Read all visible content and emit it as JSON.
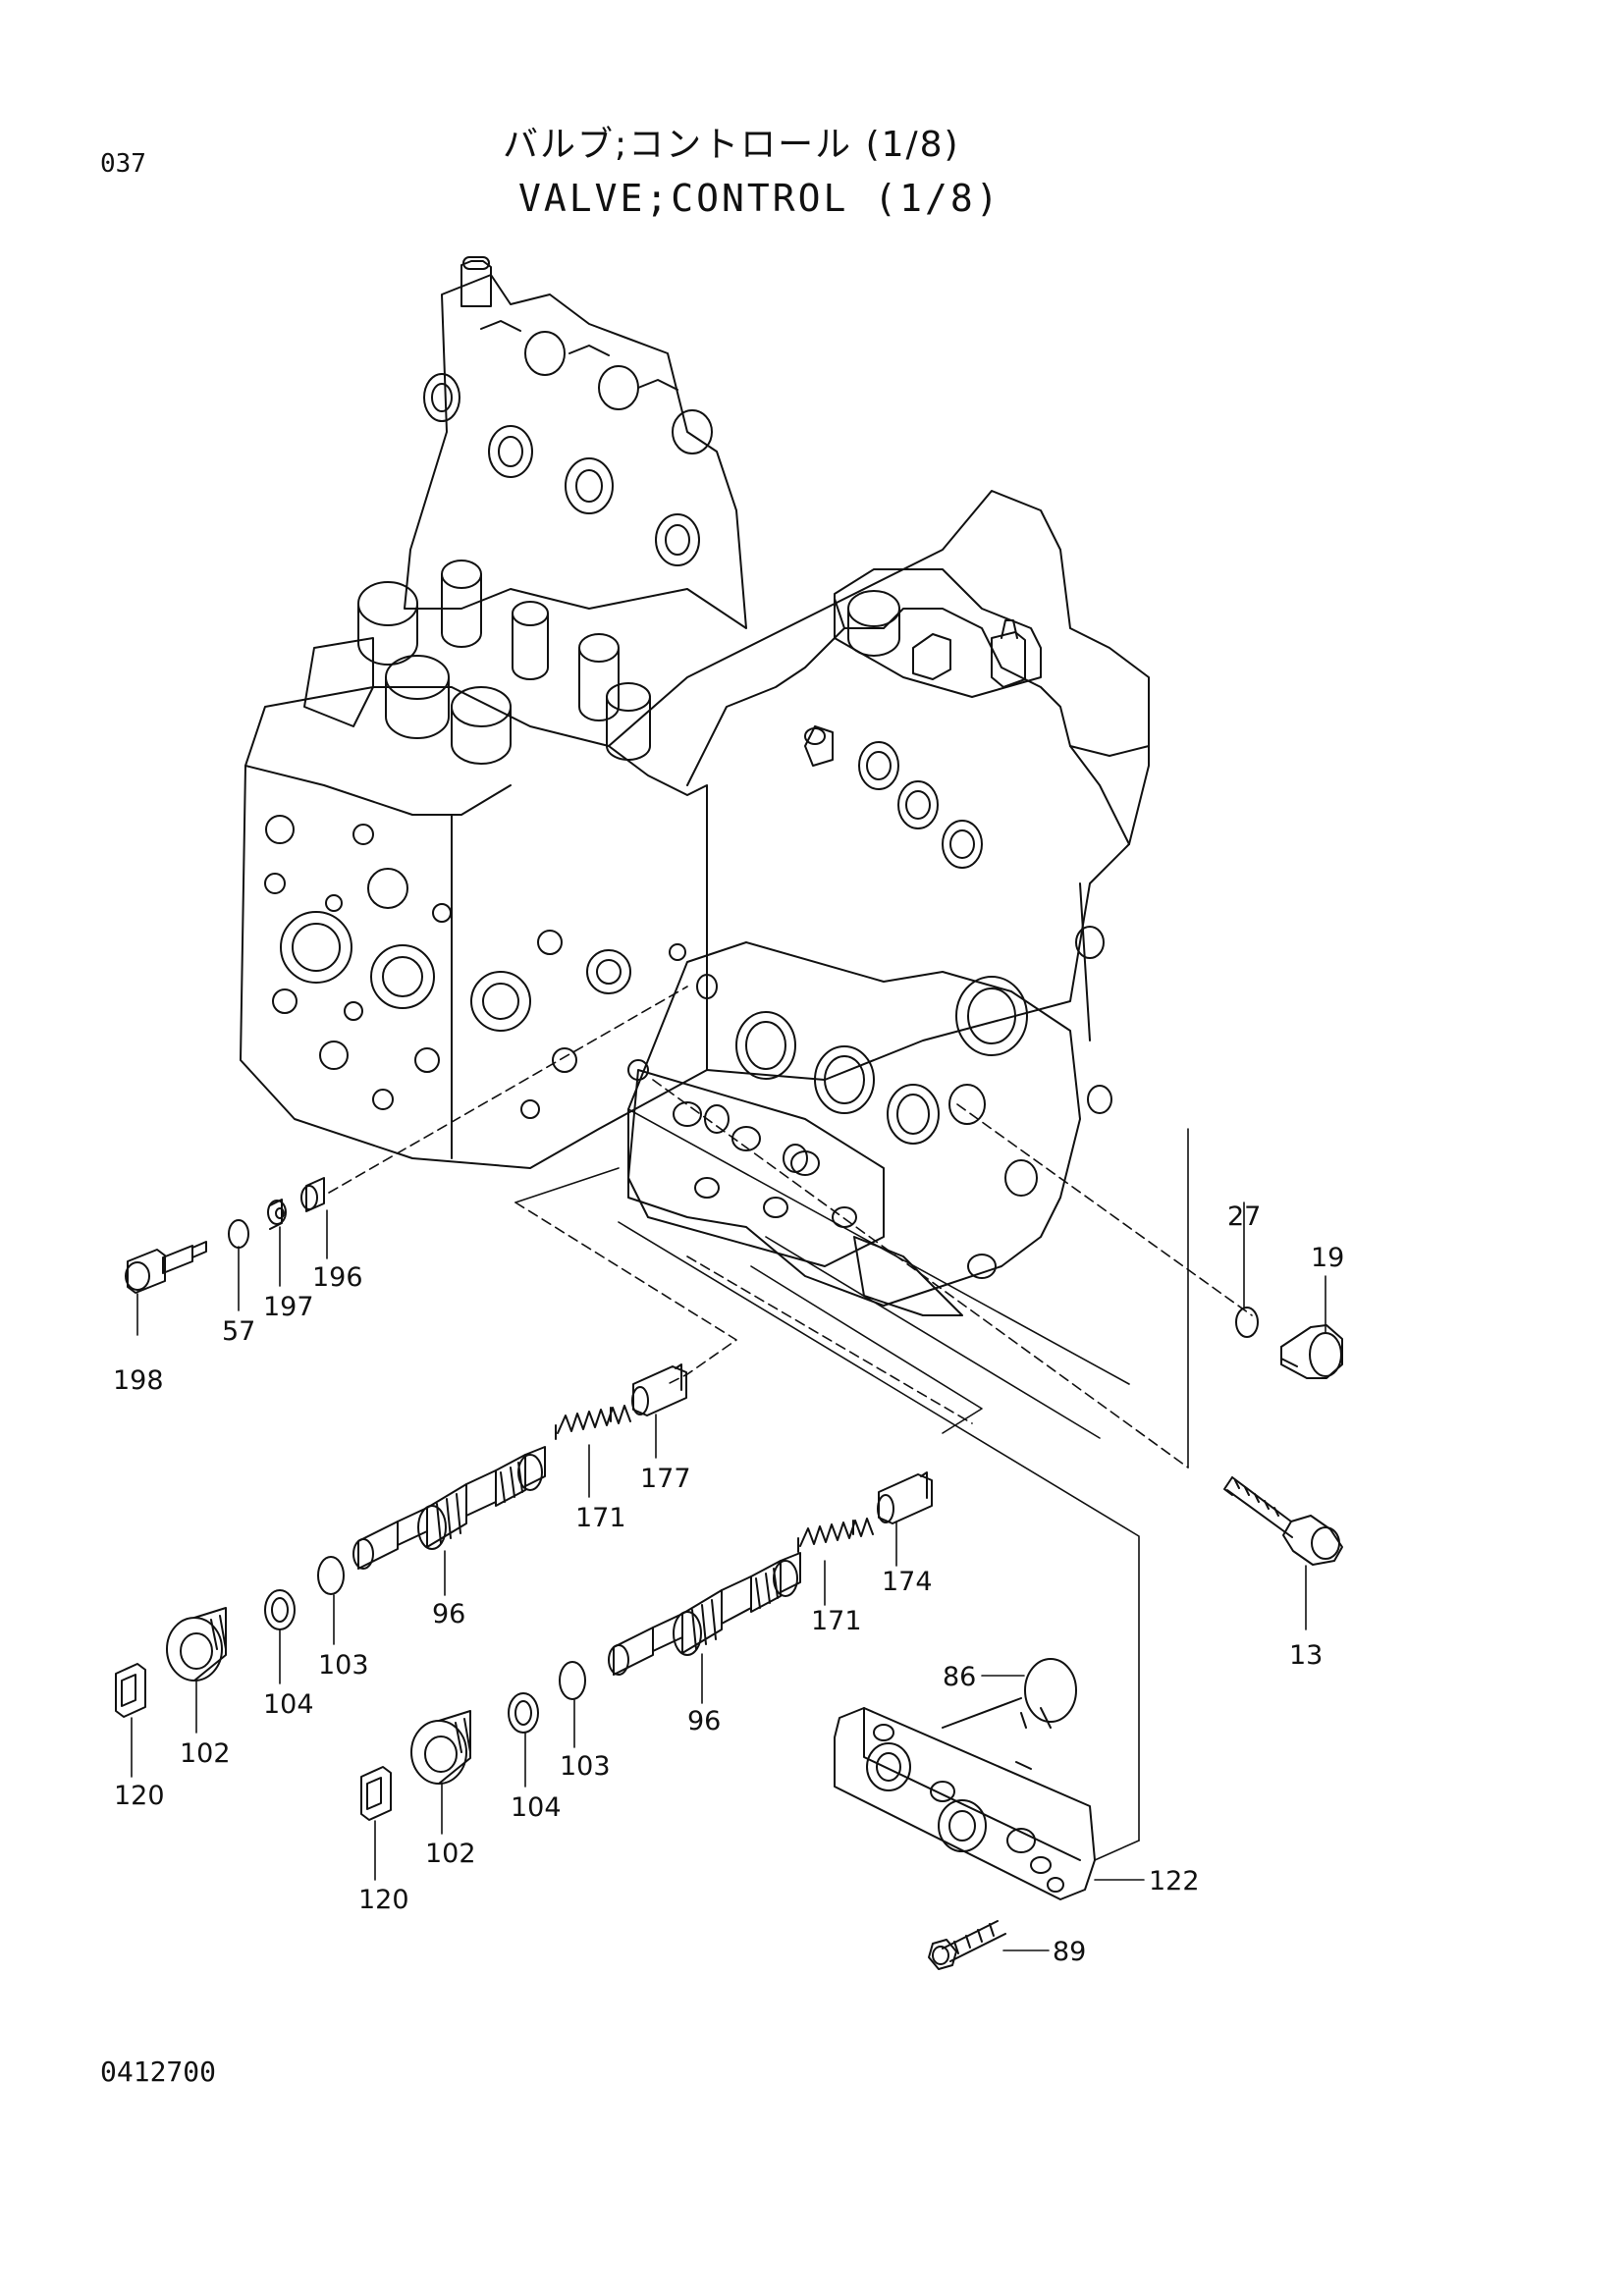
{
  "page": {
    "number": "037",
    "title_jp": "バルブ;コントロール (1/8)",
    "title_en": "VALVE;CONTROL (1/8)",
    "doc_code": "0412700"
  },
  "callouts": [
    "27",
    "19",
    "196",
    "197",
    "57",
    "198",
    "177",
    "171",
    "171",
    "174",
    "96",
    "96",
    "103",
    "103",
    "104",
    "104",
    "102",
    "102",
    "120",
    "120",
    "13",
    "86",
    "122",
    "89"
  ],
  "colors": {
    "line": "#111111",
    "background": "#ffffff"
  }
}
